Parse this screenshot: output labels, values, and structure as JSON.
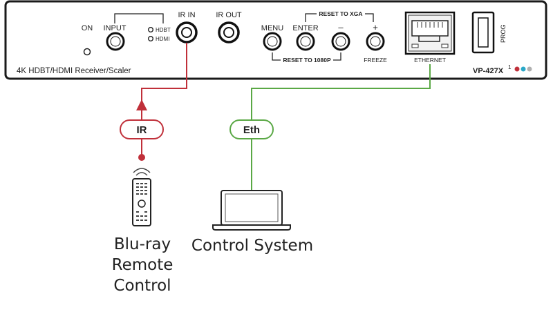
{
  "device": {
    "model": "VP-427X",
    "model_superscript": "1",
    "description": "4K HDBT/HDMI  Receiver/Scaler",
    "on_label": "ON",
    "input_label": "INPUT",
    "hdbt_label": "HDBT",
    "hdmi_label": "HDMI",
    "ir_in_label": "IR IN",
    "ir_out_label": "IR OUT",
    "menu_label": "MENU",
    "enter_label": "ENTER",
    "minus_label": "–",
    "plus_label": "+",
    "reset_xga_label": "RESET TO XGA",
    "reset_1080p_label": "RESET TO 1080P",
    "freeze_label": "FREEZE",
    "ethernet_label": "ETHERNET",
    "prog_label": "PROG",
    "dot_colors": [
      "#c0303a",
      "#2aa8c8",
      "#b0b0b0"
    ]
  },
  "connections": {
    "ir": {
      "label": "IR",
      "color": "#c0303a"
    },
    "eth": {
      "label": "Eth",
      "color": "#5aa845"
    }
  },
  "captions": {
    "remote_line1": "Blu-ray",
    "remote_line2": "Remote",
    "remote_line3": "Control",
    "control_system": "Control System"
  }
}
